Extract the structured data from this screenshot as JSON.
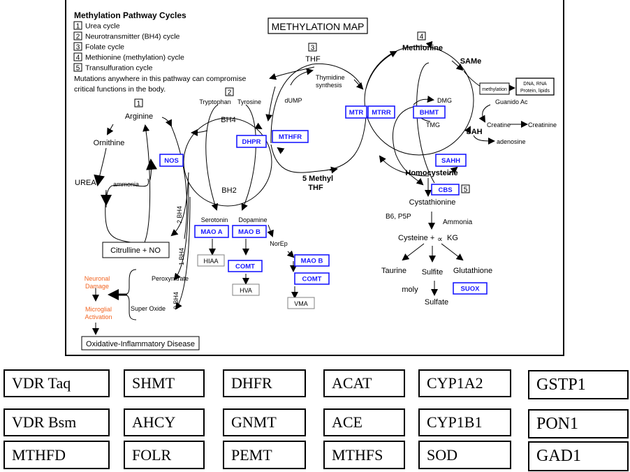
{
  "legend": {
    "title": "Methylation Pathway Cycles",
    "cycles": [
      {
        "num": "1",
        "label": "Urea cycle"
      },
      {
        "num": "2",
        "label": "Neurotransmitter (BH4) cycle"
      },
      {
        "num": "3",
        "label": "Folate cycle"
      },
      {
        "num": "4",
        "label": "Methionine (methylation) cycle"
      },
      {
        "num": "5",
        "label": "Transulfuration cycle"
      }
    ],
    "note_line1": "Mutations anywhere in this pathway can compromise",
    "note_line2": "critical functions in the body."
  },
  "map_title": "METHYLATION MAP",
  "cycle_markers": {
    "urea": "1",
    "bh4": "2",
    "folate": "3",
    "methionine": "4",
    "transsulfuration": "5"
  },
  "metabolites": {
    "arginine": "Arginine",
    "ornithine": "Ornithine",
    "urea": "UREA",
    "ammonia": "ammonia",
    "citrulline_no": "Citrulline + NO",
    "tryptophan": "Tryptophan",
    "tyrosine": "Tyrosine",
    "bh4": "BH4",
    "bh2": "BH2",
    "serotonin": "Serotonin",
    "dopamine": "Dopamine",
    "norep": "NorEp",
    "hiaa": "HIAA",
    "hva": "HVA",
    "vma": "VMA",
    "peroxynitrate": "Peroxynitrate",
    "super_oxide": "Super Oxide",
    "bh4_2": "2 BH4",
    "bh4_1": "1 BH4",
    "bh4_0": "0 BH4",
    "thf": "THF",
    "thymidine1": "Thymidine",
    "thymidine2": "synthesis",
    "dump": "dUMP",
    "methyl_thf1": "5 Methyl",
    "methyl_thf2": "THF",
    "methionine": "Methionine",
    "same": "SAMe",
    "methylation": "methylation",
    "dna1": "DNA, RNA",
    "dna2": "Protein, lipids",
    "dmg": "DMG",
    "tmg": "TMG",
    "guanido": "Guanido Ac",
    "creatine": "Creatine",
    "creatinine": "Creatinine",
    "sah": "SAH",
    "adenosine": "adenosine",
    "homocysteine": "Homocysteine",
    "cystathionine": "Cystathionine",
    "b6": "B6, P5P",
    "ammonia2": "Ammonia",
    "cysteine": "Cysteine +",
    "alpha": "∝",
    "kg": "KG",
    "taurine": "Taurine",
    "sulfite": "Sulfite",
    "glutathione": "Glutathione",
    "moly": "moly",
    "sulfate": "Sulfate"
  },
  "outcomes": {
    "neuronal1": "Neuronal",
    "neuronal2": "Damage",
    "microglial1": "Microglial",
    "microglial2": "Activation",
    "disease": "Oxidative-Inflammatory Disease"
  },
  "enzymes": {
    "nos": "NOS",
    "dhpr": "DHPR",
    "mthfr": "MTHFR",
    "mtr": "MTR",
    "mtrr": "MTRR",
    "bhmt": "BHMT",
    "sahh": "SAHH",
    "cbs": "CBS",
    "suox": "SUOX",
    "mao_a": "MAO A",
    "mao_b": "MAO B",
    "comt": "COMT",
    "mao_b2": "MAO B",
    "comt2": "COMT"
  },
  "colors": {
    "enzyme": "#1a1aff",
    "outcome": "#f26522",
    "grey_box": "#808080"
  },
  "genes": [
    [
      "VDR Taq",
      "SHMT",
      "DHFR",
      "ACAT",
      "CYP1A2",
      "GSTP1"
    ],
    [
      "VDR Bsm",
      "AHCY",
      "GNMT",
      "ACE",
      "CYP1B1",
      "PON1"
    ],
    [
      "MTHFD",
      "FOLR",
      "PEMT",
      "MTHFS",
      "SOD",
      "GAD1"
    ]
  ]
}
